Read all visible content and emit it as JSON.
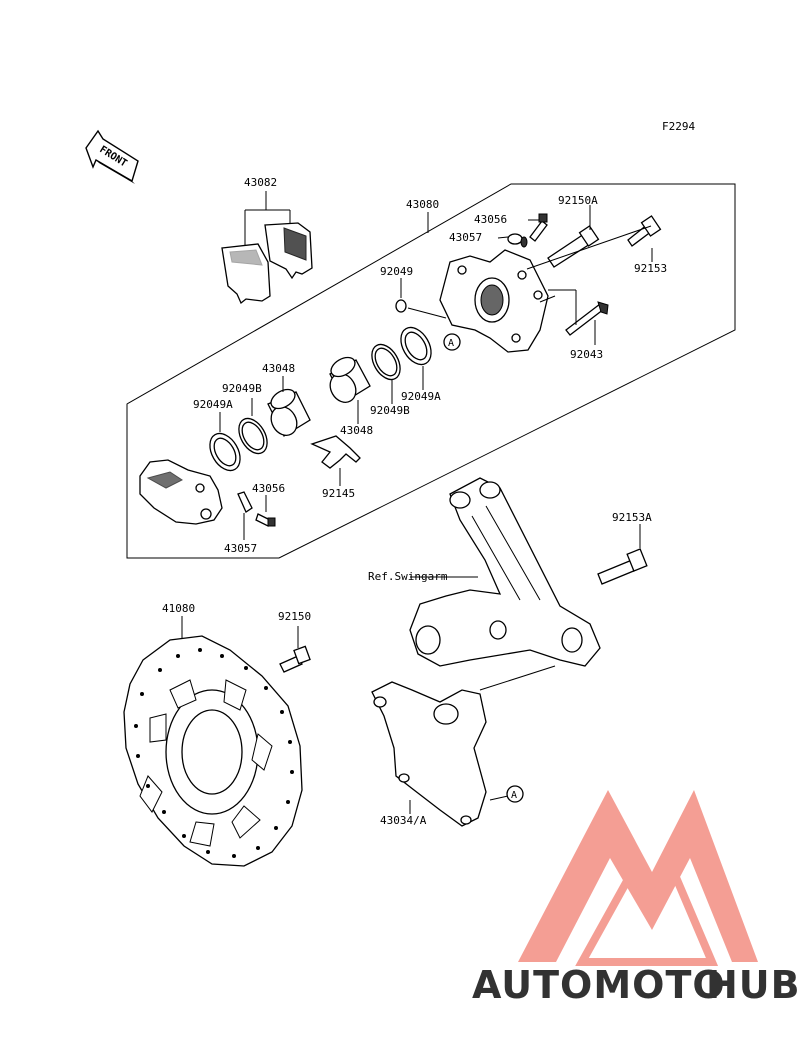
{
  "figure_id": "F2294",
  "front_label": "FRONT",
  "parts": {
    "pad": "43082",
    "caliper": "43080",
    "bleeder_top": "43056",
    "bleeder_cap_top": "43057",
    "bolt_150a": "92150A",
    "bolt_153": "92153",
    "washer": "92049",
    "pin": "92043",
    "piston_upper": "43048",
    "piston_lower": "43048",
    "seal_b_right": "92049B",
    "seal_a_right": "92049A",
    "seal_b_left": "92049B",
    "seal_a_left": "92049A",
    "spring": "92145",
    "bleeder_bottom": "43056",
    "bleeder_cap_bottom": "43057",
    "bolt_153a": "92153A",
    "disc": "41080",
    "bolt_150": "92150",
    "bracket": "43034/A"
  },
  "ref_swingarm": "Ref.Swingarm",
  "mark_a": "A",
  "watermark": {
    "prefix": "AUTOMOTO",
    "suffix": "HUB",
    "color_primary": "#f4a07a",
    "color_secondary": "#666666"
  }
}
